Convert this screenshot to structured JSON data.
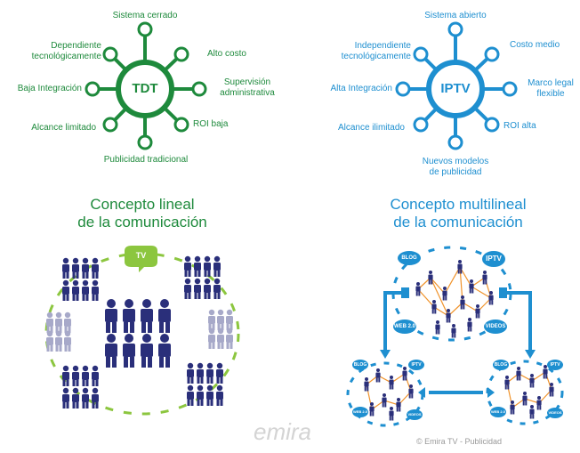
{
  "tdt": {
    "center": "TDT",
    "top": "Sistema cerrado",
    "top_left": "Dependiente\ntecnológicamente",
    "top_right": "Alto costo",
    "left": "Baja Integración",
    "right": "Supervisión\nadministrativa",
    "bottom_left": "Alcance limitado",
    "bottom_right": "ROI baja",
    "bottom": "Publicidad tradicional",
    "color": "#1e8a3c"
  },
  "iptv": {
    "center": "IPTV",
    "top": "Sistema abierto",
    "top_left": "Independiente\ntecnológicamente",
    "top_right": "Costo medio",
    "left": "Alta Integración",
    "right": "Marco legal\nflexible",
    "bottom_left": "Alcance ilimitado",
    "bottom_right": "ROI alta",
    "bottom": "Nuevos modelos\nde publicidad",
    "color": "#1e8fd0"
  },
  "lineal": {
    "title_line1": "Concepto lineal",
    "title_line2": "de la comunicación",
    "tv_label": "TV"
  },
  "multilineal": {
    "title_line1": "Concepto multilineal",
    "title_line2": "de la comunicación",
    "tags": {
      "blog": "BLOG",
      "iptv": "IPTV",
      "web": "WEB 2.0",
      "videos": "VIDEOS"
    }
  },
  "footer": {
    "watermark": "emira",
    "copyright": "© Emira TV - Publicidad"
  }
}
